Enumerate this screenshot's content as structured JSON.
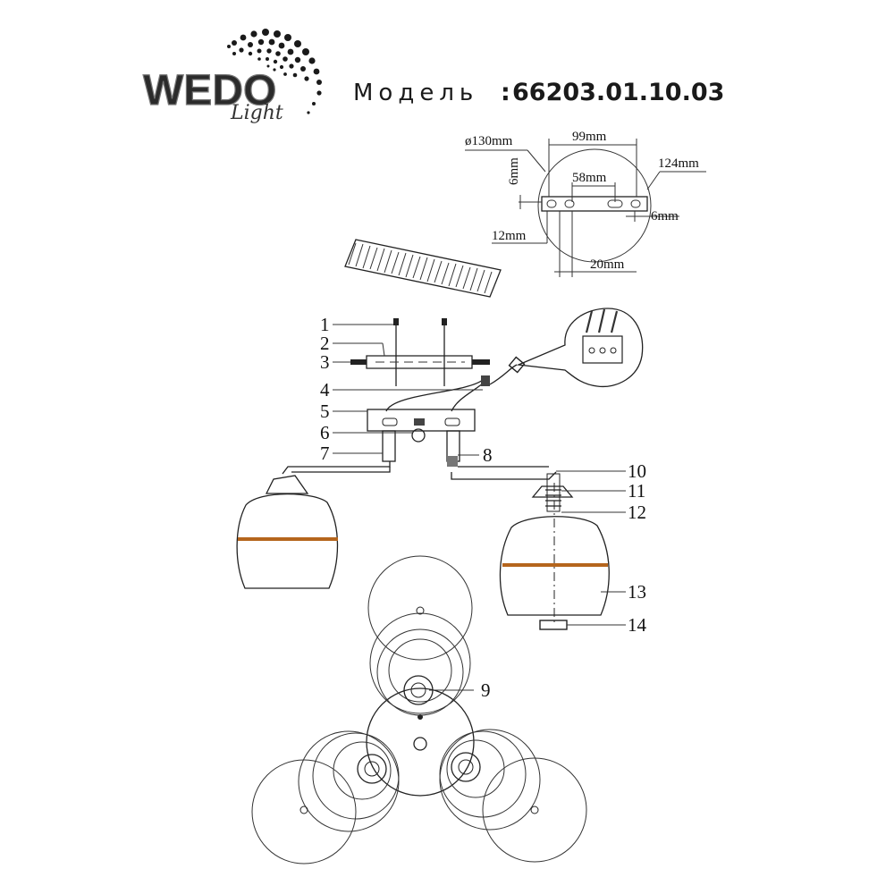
{
  "brand": {
    "name": "WEDO",
    "sub": "Light"
  },
  "model": {
    "label": "Модель",
    "separator": ":",
    "number": "66203.01.10.03"
  },
  "dimensions": {
    "diameter": "ø130mm",
    "width": "99mm",
    "height": "6mm",
    "slot": "58mm",
    "bracket": "124mm",
    "side": "6mm",
    "offset": "12mm",
    "depth": "20mm"
  },
  "callouts": [
    "1",
    "2",
    "3",
    "4",
    "5",
    "6",
    "7",
    "8",
    "9",
    "10",
    "11",
    "12",
    "13",
    "14"
  ],
  "colors": {
    "line": "#222222",
    "glass_band": "#b5651d",
    "background": "#ffffff"
  }
}
